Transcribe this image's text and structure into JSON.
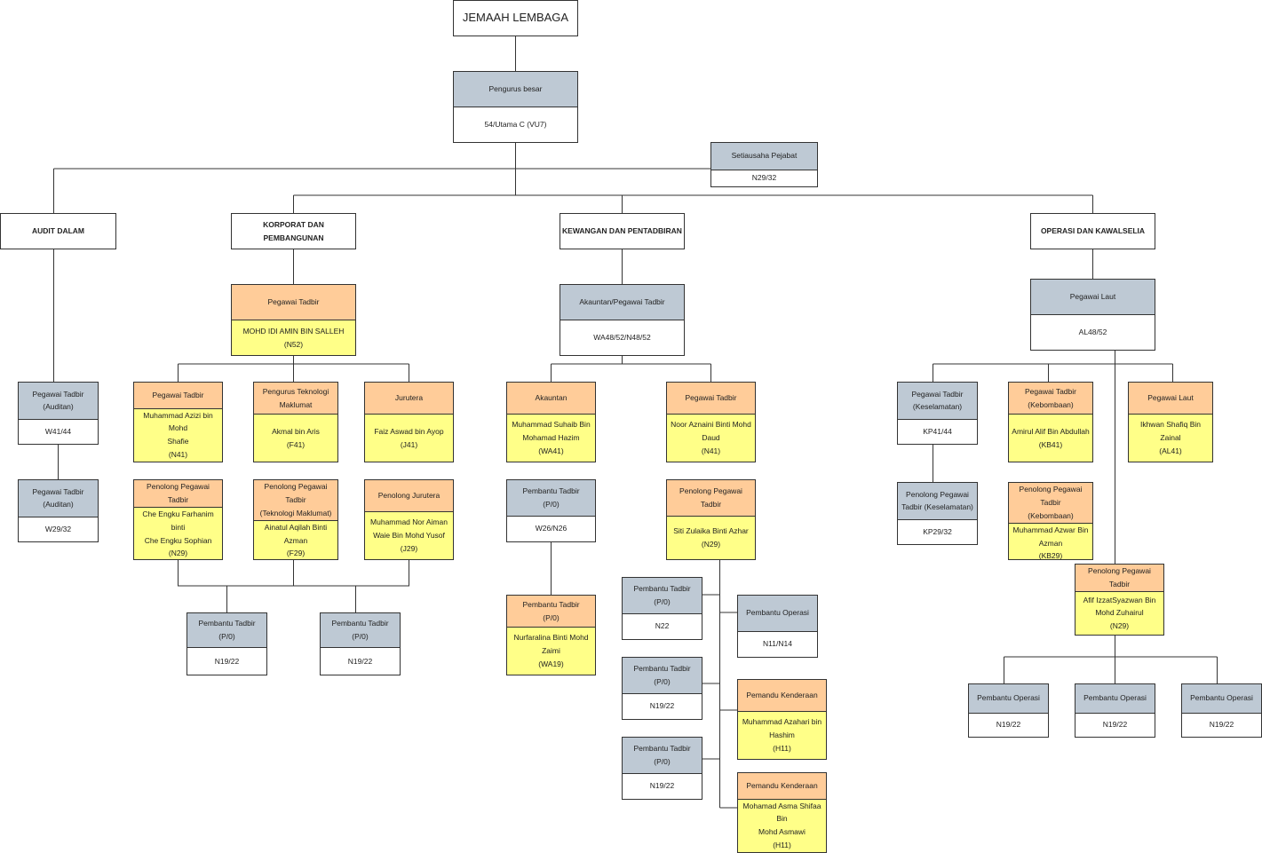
{
  "colors": {
    "grey": "#bec9d4",
    "orange": "#ffcc99",
    "yellow": "#ffff88",
    "white": "#ffffff",
    "line": "#333333"
  },
  "boxes": {
    "root": {
      "lines": [
        "JEMAAH LEMBAGA"
      ]
    },
    "pb": {
      "top": "Pengurus besar",
      "bottom": "54/Utama C (VU7)"
    },
    "setia": {
      "top": "Setiausaha Pejabat",
      "bottom": "N29/32"
    },
    "audit": {
      "lines": [
        "AUDIT DALAM"
      ]
    },
    "korp": {
      "lines": [
        "KORPORAT DAN PEMBANGUNAN"
      ]
    },
    "kew": {
      "lines": [
        "KEWANGAN  DAN PENTADBIRAN"
      ]
    },
    "ops": {
      "lines": [
        "OPERASI DAN KAWALSELIA"
      ]
    },
    "a1": {
      "top": [
        "Pegawai Tadbir",
        "(Auditan)"
      ],
      "bottom": "W41/44"
    },
    "a2": {
      "top": [
        "Pegawai Tadbir",
        "(Auditan)"
      ],
      "bottom": "W29/32"
    },
    "k0": {
      "top": "Pegawai Tadbir",
      "bottom": [
        "MOHD IDI AMIN BIN SALLEH",
        "(N52)"
      ]
    },
    "k1": {
      "top": "Pegawai Tadbir",
      "bottom": [
        "Muhammad Azizi bin Mohd",
        "Shafie",
        "(N41)"
      ]
    },
    "k2": {
      "top": [
        "Pengurus Teknologi",
        "Maklumat"
      ],
      "bottom": [
        "Akmal bin Aris",
        "(F41)"
      ]
    },
    "k3": {
      "top": "Jurutera",
      "bottom": [
        "Faiz Aswad bin Ayop",
        "(J41)"
      ]
    },
    "k4": {
      "top": "Penolong Pegawai Tadbir",
      "bottom": [
        "Che Engku Farhanim binti",
        "Che Engku Sophian",
        "(N29)"
      ]
    },
    "k5": {
      "top": [
        "Penolong Pegawai Tadbir",
        "(Teknologi Maklumat)"
      ],
      "bottom": [
        "Ainatul Aqilah Binti Azman",
        "(F29)"
      ]
    },
    "k6": {
      "top": "Penolong Jurutera",
      "bottom": [
        "Muhammad Nor Aiman",
        "Waie Bin Mohd Yusof",
        "(J29)"
      ]
    },
    "k7": {
      "top": [
        "Pembantu Tadbir",
        "(P/0)"
      ],
      "bottom": "N19/22"
    },
    "k8": {
      "top": [
        "Pembantu Tadbir",
        "(P/0)"
      ],
      "bottom": "N19/22"
    },
    "w0": {
      "top": "Akauntan/Pegawai Tadbir",
      "bottom": "WA48/52/N48/52"
    },
    "w1": {
      "top": "Akauntan",
      "bottom": [
        "Muhammad Suhaib Bin",
        "Mohamad Hazim",
        "(WA41)"
      ]
    },
    "w2": {
      "top": "Pegawai Tadbir",
      "bottom": [
        "Noor Aznaini Binti Mohd",
        "Daud",
        "(N41)"
      ]
    },
    "w3": {
      "top": [
        "Pembantu Tadbir",
        "(P/0)"
      ],
      "bottom": "W26/N26"
    },
    "w4": {
      "top": "Penolong Pegawai Tadbir",
      "bottom": [
        "Siti Zulaika Binti Azhar",
        "(N29)"
      ]
    },
    "w5": {
      "top": [
        "Pembantu Tadbir",
        "(P/0)"
      ],
      "bottom": [
        "Nurfaralina Binti Mohd",
        "Zaimi",
        "(WA19)"
      ]
    },
    "w6": {
      "top": [
        "Pembantu Tadbir",
        "(P/0)"
      ],
      "bottom": "N22"
    },
    "w7": {
      "top": "Pembantu Operasi",
      "bottom": "N11/N14"
    },
    "w8": {
      "top": [
        "Pembantu Tadbir",
        "(P/0)"
      ],
      "bottom": "N19/22"
    },
    "w9": {
      "top": "Pemandu Kenderaan",
      "bottom": [
        "Muhammad Azahari bin",
        "Hashim",
        "(H11)"
      ]
    },
    "w10": {
      "top": [
        "Pembantu Tadbir",
        "(P/0)"
      ],
      "bottom": "N19/22"
    },
    "w11": {
      "top": "Pemandu Kenderaan",
      "bottom": [
        "Mohamad Asma Shifaa Bin",
        "Mohd Asmawi",
        "(H11)"
      ]
    },
    "o0": {
      "top": "Pegawai Laut",
      "bottom": "AL48/52"
    },
    "o1": {
      "top": [
        "Pegawai Tadbir",
        "(Keselamatan)"
      ],
      "bottom": "KP41/44"
    },
    "o2": {
      "top": [
        "Pegawai Tadbir",
        "(Kebombaan)"
      ],
      "bottom": [
        "Amirul Alif Bin Abdullah",
        "(KB41)"
      ]
    },
    "o3": {
      "top": "Pegawai Laut",
      "bottom": [
        "Ikhwan Shafiq Bin Zainal",
        "(AL41)"
      ]
    },
    "o4": {
      "top": [
        "Penolong Pegawai",
        "Tadbir (Keselamatan)"
      ],
      "bottom": "KP29/32"
    },
    "o5": {
      "top": [
        "Penolong Pegawai Tadbir",
        "(Kebombaan)"
      ],
      "bottom": [
        "Muhammad Azwar Bin",
        "Azman",
        "(KB29)"
      ]
    },
    "o6": {
      "top": "Penolong Pegawai Tadbir",
      "bottom": [
        "Afif IzzatSyazwan Bin",
        "Mohd Zuhairul",
        "(N29)"
      ]
    },
    "o7": {
      "top": "Pembantu Operasi",
      "bottom": "N19/22"
    },
    "o8": {
      "top": "Pembantu Operasi",
      "bottom": "N19/22"
    },
    "o9": {
      "top": "Pembantu Operasi",
      "bottom": "N19/22"
    }
  }
}
